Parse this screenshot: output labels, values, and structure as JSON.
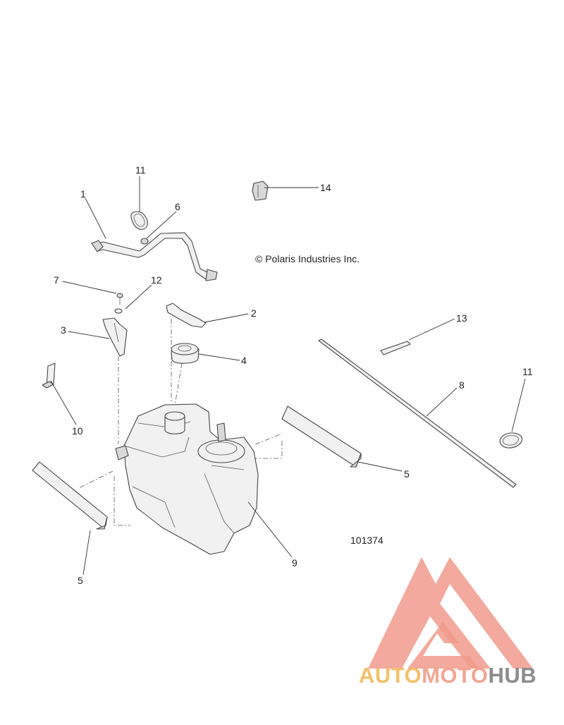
{
  "copyright": "© Polaris Industries Inc.",
  "diagram_number": "101374",
  "callouts": {
    "c1": "1",
    "c2": "2",
    "c3": "3",
    "c4": "4",
    "c5a": "5",
    "c5b": "5",
    "c6": "6",
    "c7": "7",
    "c8": "8",
    "c9": "9",
    "c10": "10",
    "c11a": "11",
    "c11b": "11",
    "c12": "12",
    "c13": "13",
    "c14": "14"
  },
  "watermark": {
    "word_1": "AUTO",
    "word_2": "MOTO",
    "word_3": "HUB",
    "colors": {
      "auto": "#f4c06a",
      "moto": "#f3a593",
      "hub": "#8c8c8c",
      "logo": "#f19a8c"
    }
  },
  "colors": {
    "line": "#444444",
    "fill": "#f1f1f1"
  }
}
